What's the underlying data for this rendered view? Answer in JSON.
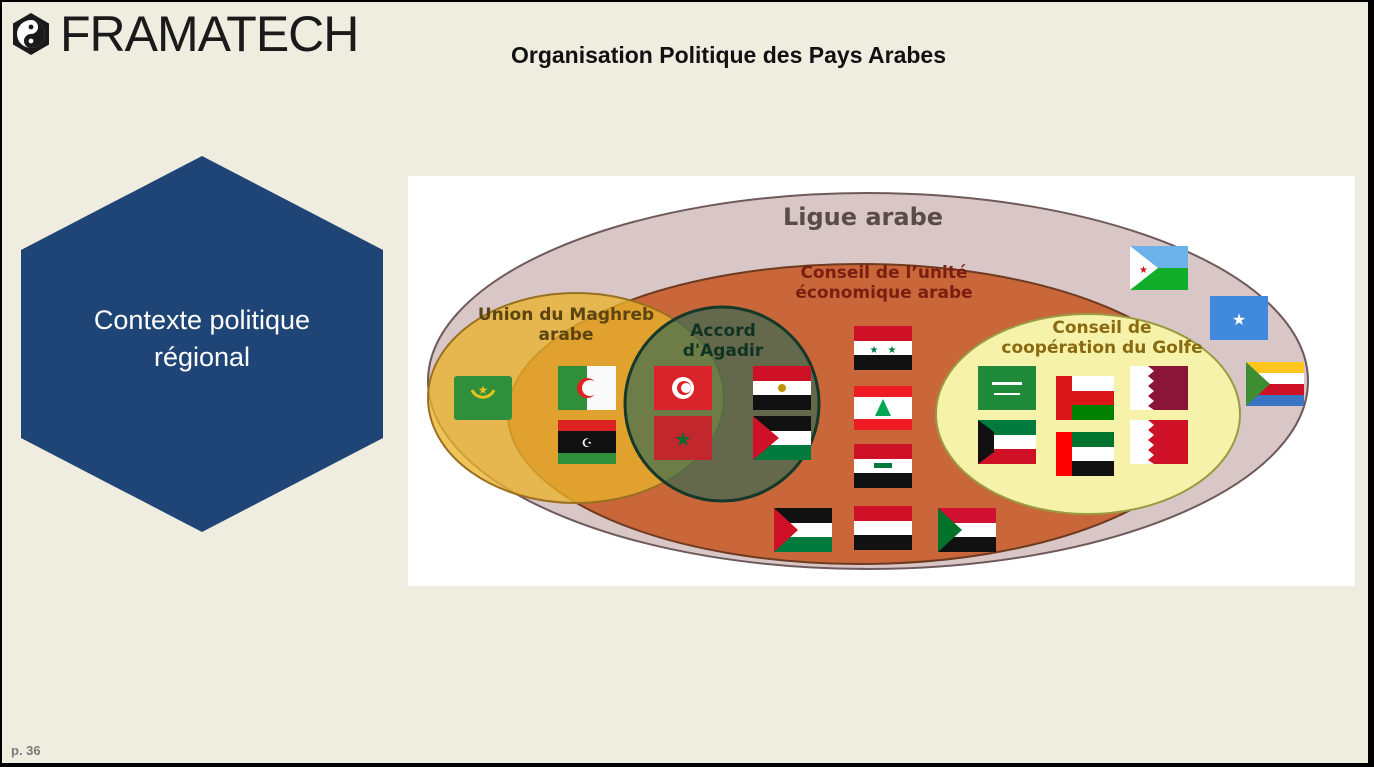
{
  "header": {
    "logo_text": "FRAMATECH",
    "title": "Organisation Politique des Pays Arabes"
  },
  "sidebar": {
    "line1": "Contexte politique",
    "line2": "régional"
  },
  "diagram": {
    "ligue": "Ligue arabe",
    "conseil_unite_1": "Conseil de l’unité",
    "conseil_unite_2": "économique arabe",
    "maghreb_1": "Union du Maghreb",
    "maghreb_2": "arabe",
    "agadir_1": "Accord",
    "agadir_2": "d'Agadir",
    "golfe_1": "Conseil de",
    "golfe_2": "coopération du Golfe"
  },
  "footer": {
    "page": "p. 36"
  },
  "colors": {
    "hexagon": "#1f4576",
    "ligue_fill": "#d9c7c8",
    "conseil_fill": "#c9673a",
    "maghreb_fill": "#e8b22c",
    "agadir_fill": "#2f6a55",
    "golfe_fill": "#f6f2aa"
  }
}
